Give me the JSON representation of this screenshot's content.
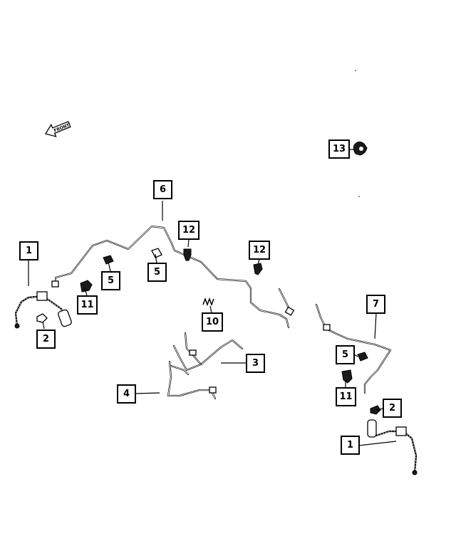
{
  "diagram": {
    "callouts": [
      {
        "id": "c6",
        "label": "6"
      },
      {
        "id": "c13",
        "label": "13"
      },
      {
        "id": "c1a",
        "label": "1"
      },
      {
        "id": "c2a",
        "label": "2"
      },
      {
        "id": "c11a",
        "label": "11"
      },
      {
        "id": "c5a",
        "label": "5"
      },
      {
        "id": "c5b",
        "label": "5"
      },
      {
        "id": "c12a",
        "label": "12"
      },
      {
        "id": "c12b",
        "label": "12"
      },
      {
        "id": "c10",
        "label": "10"
      },
      {
        "id": "c3",
        "label": "3"
      },
      {
        "id": "c4",
        "label": "4"
      },
      {
        "id": "c7",
        "label": "7"
      },
      {
        "id": "c5c",
        "label": "5"
      },
      {
        "id": "c11b",
        "label": "11"
      },
      {
        "id": "c2b",
        "label": "2"
      },
      {
        "id": "c1b",
        "label": "1"
      }
    ],
    "front_arrow_text": "FRONT"
  }
}
